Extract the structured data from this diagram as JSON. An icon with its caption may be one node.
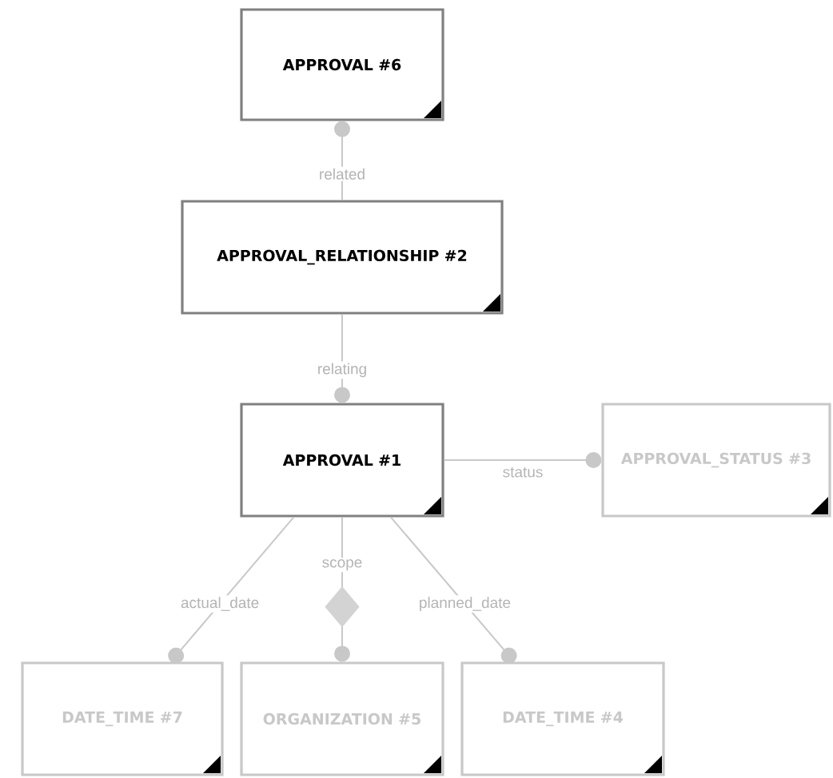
{
  "diagram": {
    "nodes": [
      {
        "text": [
          "APPROVAL #6"
        ]
      },
      {
        "text": [
          "APPROVAL_RELATIONSHIP #2"
        ]
      },
      {
        "text": [
          "APPROVAL #1"
        ]
      },
      {
        "text": [
          "APPROVAL_STATUS #3"
        ]
      },
      {
        "text": [
          "DATE_TIME #7"
        ]
      },
      {
        "text": [
          "ORGANIZATION #5"
        ]
      },
      {
        "text": [
          "DATE_TIME #4"
        ]
      }
    ],
    "edges": [
      {
        "from": 1,
        "to": 0,
        "arrow": "other",
        "label": "related"
      },
      {
        "from": 1,
        "to": 2,
        "arrow": "other",
        "label": "relating"
      },
      {
        "from": 2,
        "to": 3,
        "arrow": "other",
        "label": "status"
      },
      {
        "from": 2,
        "to": 4,
        "arrow": "other",
        "label": "actual_date"
      },
      {
        "from": 2,
        "to": 5,
        "arrow": "other",
        "label": "scope"
      },
      {
        "from": 2,
        "to": 6,
        "arrow": "other",
        "label": "planned_date"
      }
    ]
  }
}
